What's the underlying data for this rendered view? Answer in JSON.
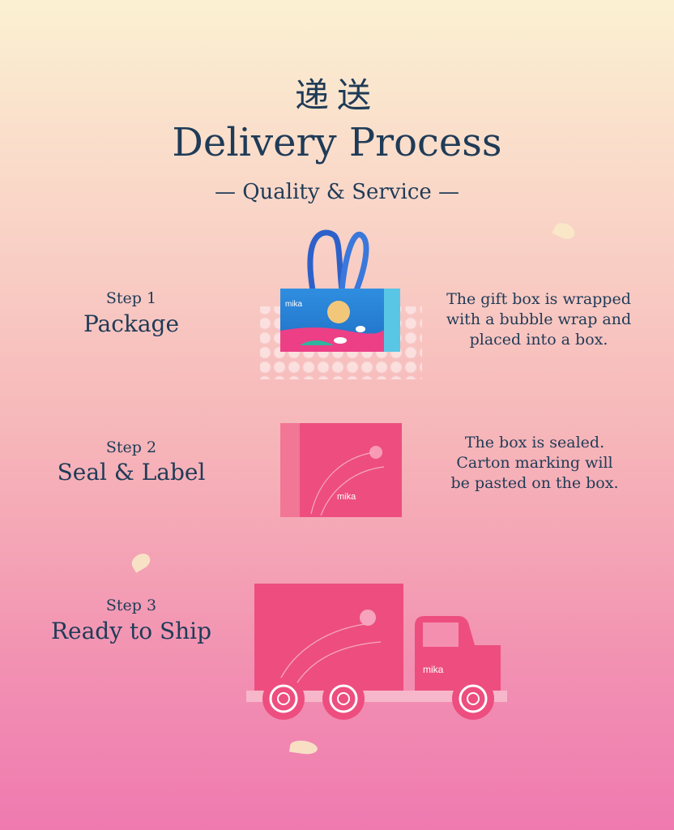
{
  "header": {
    "title_cn": "递送",
    "title_en": "Delivery Process",
    "subtitle": "— Quality & Service —"
  },
  "steps": [
    {
      "number": "Step 1",
      "name": "Package",
      "description_lines": [
        "The gift box is wrapped",
        "with a bubble wrap and",
        "placed into a box."
      ]
    },
    {
      "number": "Step 2",
      "name": "Seal & Label",
      "description_lines": [
        "The box is sealed.",
        "Carton marking will",
        "be pasted on the box."
      ]
    },
    {
      "number": "Step 3",
      "name": "Ready to Ship"
    }
  ],
  "brand": {
    "logo_text": "mika"
  },
  "colors": {
    "navy": "#1f3b57",
    "pink": "#ed4e7f",
    "blue": "#2e7fd3",
    "gold": "#f3c77a"
  }
}
